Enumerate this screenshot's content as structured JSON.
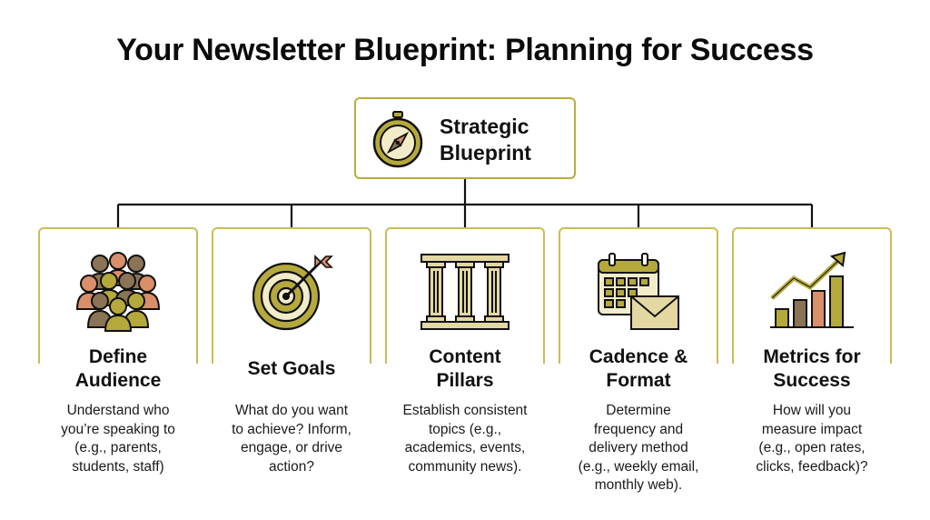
{
  "title": "Your Newsletter Blueprint: Planning for Success",
  "root": {
    "line1": "Strategic",
    "line2": "Blueprint",
    "icon": "compass-icon"
  },
  "colors": {
    "border": "#b8ad3a",
    "olive": "#b5a93c",
    "terracotta": "#d98f6a",
    "brown": "#8b7356",
    "line": "#111111"
  },
  "cards": [
    {
      "icon": "people-group-icon",
      "title_line1": "Define",
      "title_line2": "Audience",
      "desc": [
        "Understand who",
        "you’re speaking to",
        "(e.g., parents,",
        "students, staff)"
      ]
    },
    {
      "icon": "target-arrow-icon",
      "title_line1": "Set Goals",
      "title_line2": "",
      "desc": [
        "What do you want",
        "to achieve? Inform,",
        "engage, or drive",
        "action?"
      ]
    },
    {
      "icon": "pillars-icon",
      "title_line1": "Content",
      "title_line2": "Pillars",
      "desc": [
        "Establish consistent",
        "topics (e.g.,",
        "academics, events,",
        "community news)."
      ]
    },
    {
      "icon": "calendar-envelope-icon",
      "title_line1": "Cadence &",
      "title_line2": "Format",
      "desc": [
        "Determine",
        "frequency and",
        "delivery method",
        "(e.g., weekly email,",
        "monthly web)."
      ]
    },
    {
      "icon": "growth-chart-icon",
      "title_line1": "Metrics for",
      "title_line2": "Success",
      "desc": [
        "How will you",
        "measure impact",
        "(e.g., open rates,",
        "clicks, feedback)?"
      ]
    }
  ]
}
